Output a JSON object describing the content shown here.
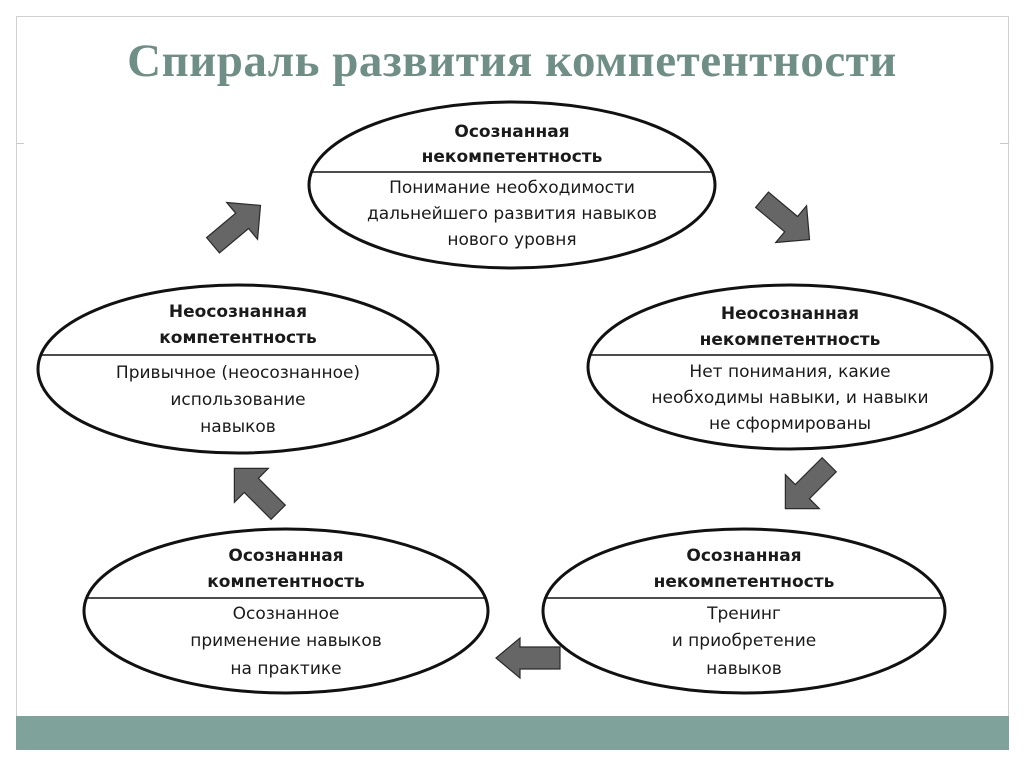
{
  "title": "Спираль развития компетентности",
  "nodes": {
    "top": {
      "title_line1": "Осознанная",
      "title_line2": "некомпетентность",
      "desc_line1": "Понимание необходимости",
      "desc_line2": "дальнейшего развития навыков",
      "desc_line3": "нового уровня"
    },
    "right": {
      "title_line1": "Неосознанная",
      "title_line2": "некомпетентность",
      "desc_line1": "Нет понимания, какие",
      "desc_line2": "необходимы навыки, и навыки",
      "desc_line3": "не сформированы"
    },
    "bottom_right": {
      "title_line1": "Осознанная",
      "title_line2": "некомпетентность",
      "desc_line1": "Тренинг",
      "desc_line2": "и приобретение",
      "desc_line3": "навыков"
    },
    "bottom_left": {
      "title_line1": "Осознанная",
      "title_line2": "компетентность",
      "desc_line1": "Осознанное",
      "desc_line2": "применение навыков",
      "desc_line3": "на практике"
    },
    "left": {
      "title_line1": "Неосознанная",
      "title_line2": "компетентность",
      "desc_line1": "Привычное (неосознанное)",
      "desc_line2": "использование",
      "desc_line3": "навыков"
    }
  },
  "colors": {
    "title": "#6f8f86",
    "bottom_bar": "#7fa39a",
    "arrow_fill": "#666666"
  }
}
